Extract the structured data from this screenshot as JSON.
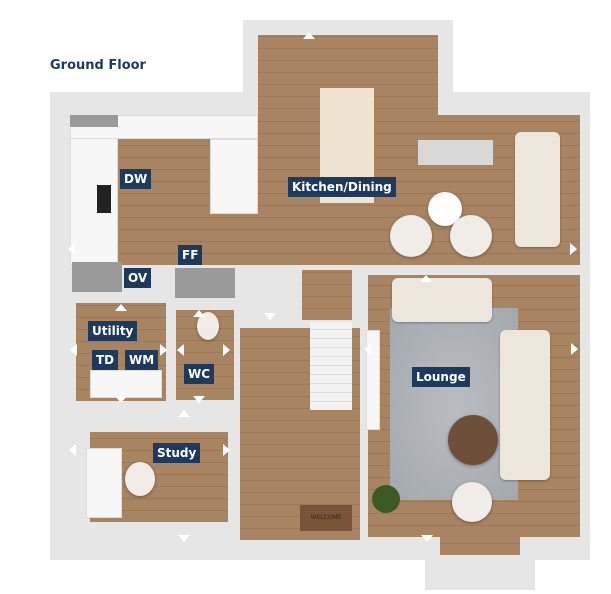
{
  "title": "Ground Floor",
  "rooms": {
    "kitchen_dining": "Kitchen/Dining",
    "utility": "Utility",
    "wc": "WC",
    "study": "Study",
    "lounge": "Lounge"
  },
  "appliances": {
    "dw": "DW",
    "ff": "FF",
    "ov": "OV",
    "td": "TD",
    "wm": "WM"
  },
  "doormat": "WELCOME",
  "colors": {
    "label_bg": "#1d3a5c",
    "floor": "#a88462",
    "wall": "#e6e6e6"
  }
}
